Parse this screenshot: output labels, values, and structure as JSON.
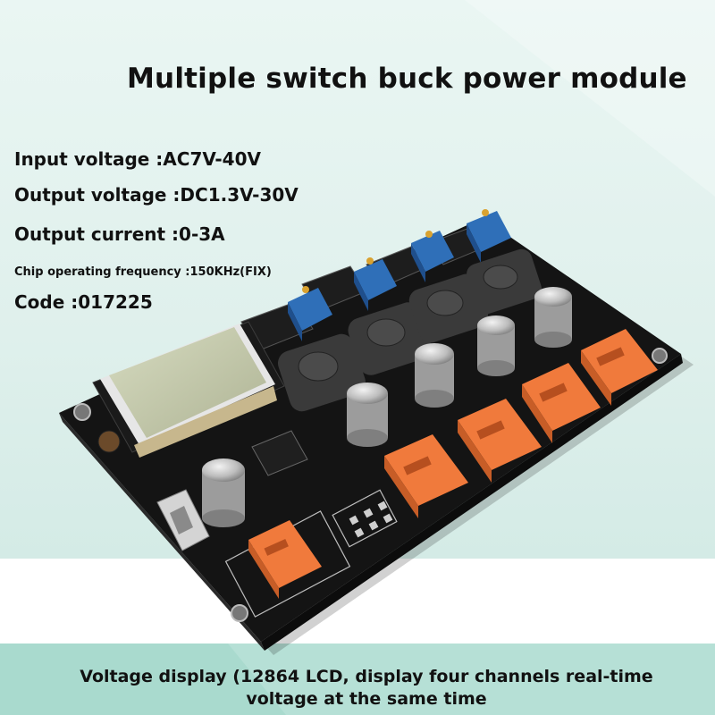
{
  "title": "Multiple switch buck power module",
  "specs": {
    "input_voltage": "Input voltage :AC7V-40V",
    "output_voltage": "Output voltage :DC1.3V-30V",
    "output_current": "Output current :0-3A",
    "chip_frequency": "Chip operating frequency :150KHz(FIX)",
    "code": "Code :017225"
  },
  "caption": "Voltage display (12864 LCD, display four channels real-time voltage at the same time",
  "colors": {
    "background_mint": "#dff0ec",
    "bottom_band": "#b6e0d6",
    "pcb_black": "#141414",
    "terminal_orange": "#f07a3c",
    "trimmer_blue": "#2f6fb8",
    "inductor_gray": "#3a3a3a",
    "capacitor_silver": "#c9c9c9",
    "lcd_green": "#c8cdb0"
  }
}
